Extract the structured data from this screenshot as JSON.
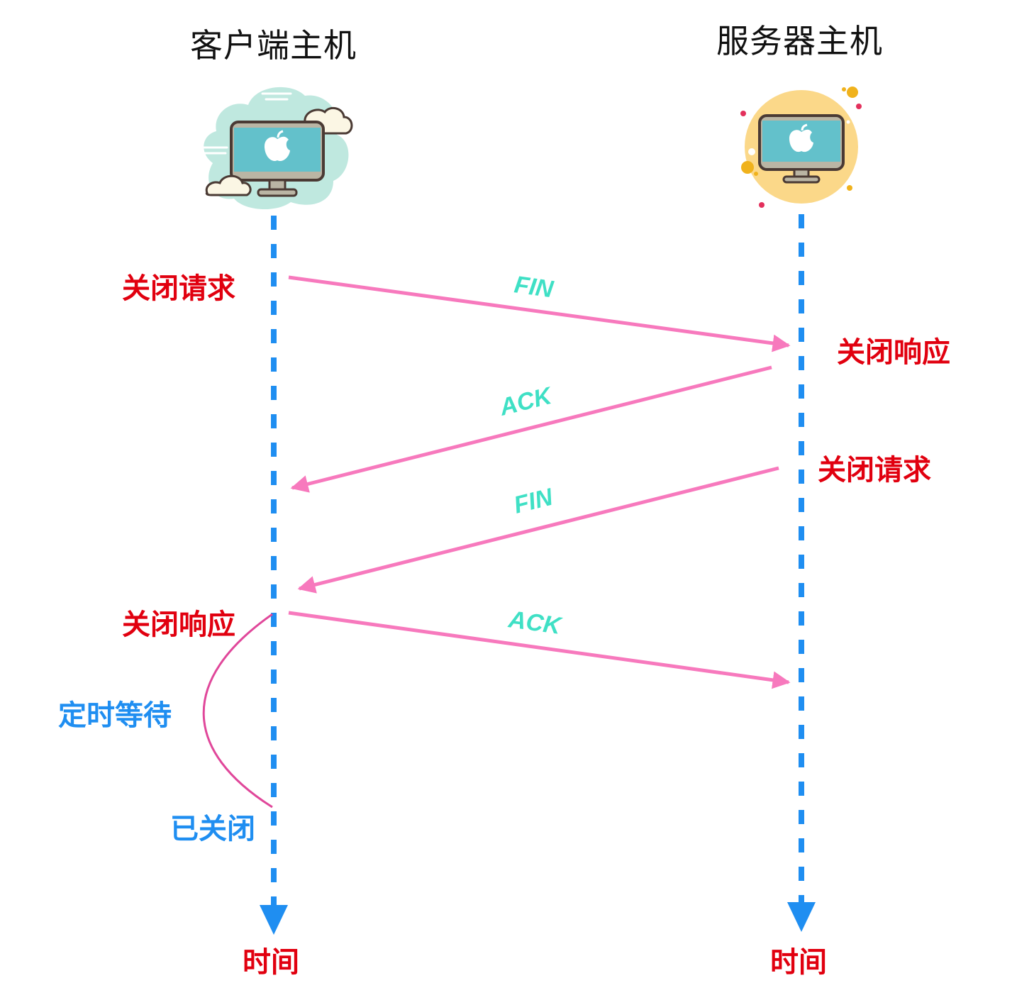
{
  "title": "TCP 四次挥手",
  "hosts": {
    "client": {
      "title": "客户端主机",
      "icon": "computer-cloud-icon",
      "time_label": "时间"
    },
    "server": {
      "title": "服务器主机",
      "icon": "computer-sun-icon",
      "time_label": "时间"
    }
  },
  "events": {
    "client_close_request": "关闭请求",
    "server_close_response": "关闭响应",
    "server_close_request": "关闭请求",
    "client_close_response": "关闭响应",
    "timed_wait": "定时等待",
    "closed": "已关闭"
  },
  "messages": [
    {
      "label": "FIN",
      "from": "client",
      "to": "server"
    },
    {
      "label": "ACK",
      "from": "server",
      "to": "client"
    },
    {
      "label": "FIN",
      "from": "server",
      "to": "client"
    },
    {
      "label": "ACK",
      "from": "client",
      "to": "server"
    }
  ],
  "colors": {
    "lifeline": "#1f8ef1",
    "arrow": "#f779bd",
    "message_text": "#3fe0c5",
    "event_text": "#e1000f",
    "state_text": "#1f8ef1",
    "wait_curve": "#e0479a"
  }
}
